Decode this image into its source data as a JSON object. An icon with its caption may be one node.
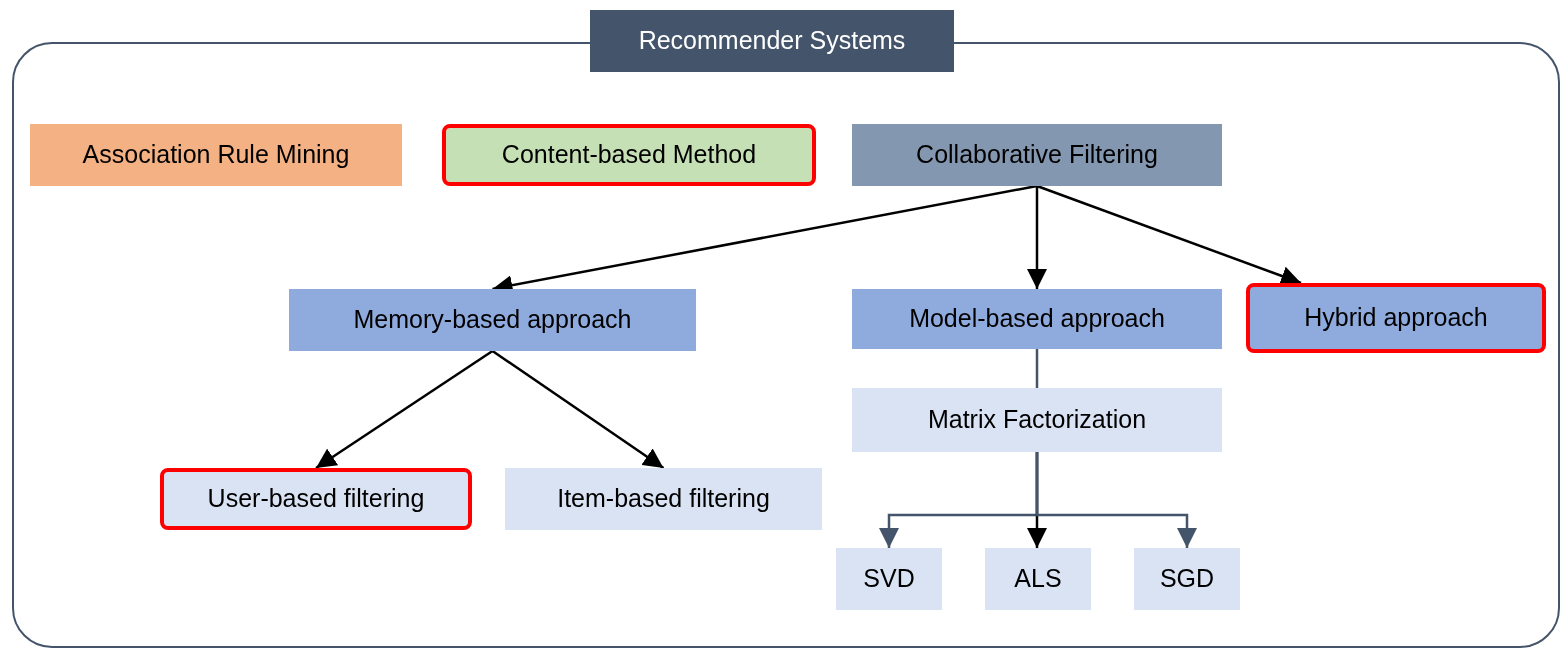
{
  "diagram": {
    "nodes": [
      {
        "text": [
          "Recommender Systems"
        ]
      },
      {
        "text": [
          "Association Rule Mining"
        ],
        "in": 0
      },
      {
        "text": [
          "Content-based Method"
        ],
        "in": 0
      },
      {
        "text": [
          "Collaborative Filtering"
        ],
        "in": 0
      },
      {
        "text": [
          "Memory-based approach"
        ],
        "in": 0
      },
      {
        "text": [
          "Model-based approach"
        ],
        "in": 0
      },
      {
        "text": [
          "Hybrid approach"
        ],
        "in": 0
      },
      {
        "text": [
          "Matrix Factorization"
        ],
        "in": 0
      },
      {
        "text": [
          "User-based filtering"
        ],
        "in": 0
      },
      {
        "text": [
          "Item-based filtering"
        ],
        "in": 0
      },
      {
        "text": [
          "SVD"
        ],
        "in": 0
      },
      {
        "text": [
          "ALS"
        ],
        "in": 0
      },
      {
        "text": [
          "SGD"
        ],
        "in": 0
      }
    ],
    "edges": [
      {
        "from": 3,
        "to": 4,
        "arrow": "to"
      },
      {
        "from": 3,
        "to": 5,
        "arrow": "to"
      },
      {
        "from": 3,
        "to": 6,
        "arrow": "to"
      },
      {
        "from": 5,
        "to": 7,
        "arrow": "none",
        "color": "#44546a"
      },
      {
        "from": 4,
        "to": 8,
        "arrow": "to"
      },
      {
        "from": 4,
        "to": 9,
        "arrow": "to"
      },
      {
        "from": 7,
        "to": 10,
        "arrow": "to",
        "color": "#44546a"
      },
      {
        "from": 7,
        "to": 11,
        "arrow": "to"
      },
      {
        "from": 7,
        "to": 12,
        "arrow": "to",
        "color": "#44546a"
      }
    ]
  }
}
